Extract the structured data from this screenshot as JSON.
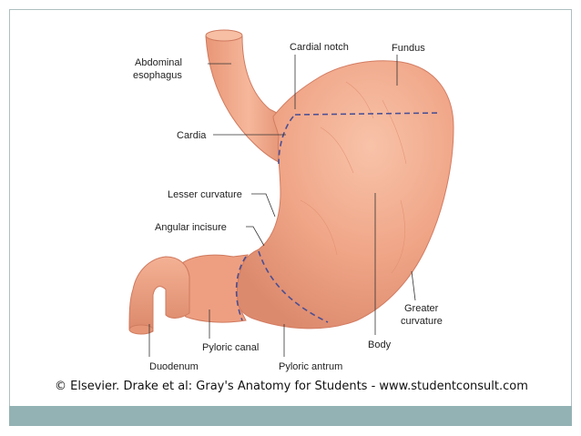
{
  "figure": {
    "labels": {
      "abdominal_esophagus_line1": "Abdominal",
      "abdominal_esophagus_line2": "esophagus",
      "cardial_notch": "Cardial notch",
      "fundus": "Fundus",
      "cardia": "Cardia",
      "lesser_curvature": "Lesser curvature",
      "angular_incisure": "Angular incisure",
      "greater_curvature_line1": "Greater",
      "greater_curvature_line2": "curvature",
      "body": "Body",
      "duodenum": "Duodenum",
      "pyloric_canal": "Pyloric canal",
      "pyloric_antrum": "Pyloric antrum"
    },
    "credit": "© Elsevier. Drake et al: Gray's Anatomy for Students - www.studentconsult.com"
  },
  "colors": {
    "stomach_fill": "#f0a587",
    "stomach_edge": "#d37c62",
    "region_dash": "#4a4f94",
    "leader_line": "#333333",
    "footer_bar": "#93b2b3"
  }
}
